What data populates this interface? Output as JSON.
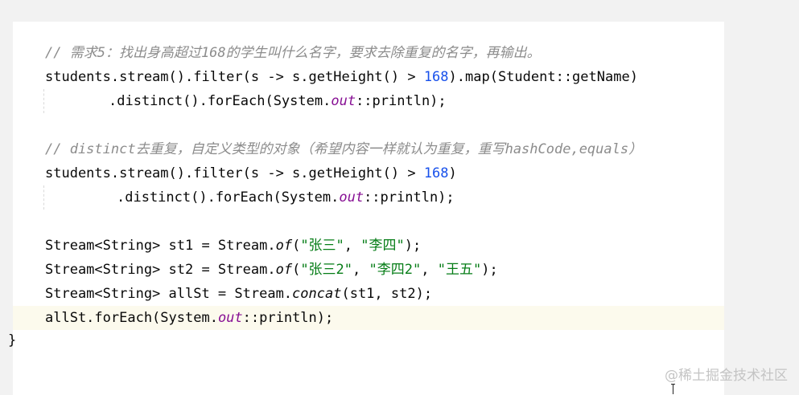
{
  "code": {
    "l1": "// 需求5：找出身高超过168的学生叫什么名字，要求去除重复的名字，再输出。",
    "l2": {
      "a": "students.stream().filter(s -> s.getHeight() > ",
      "num": "168",
      "b": ").map(Student::getName)"
    },
    "l3": {
      "a": ".distinct().forEach(System.",
      "fld": "out",
      "b": "::println);"
    },
    "l5": "// distinct去重复，自定义类型的对象（希望内容一样就认为重复，重写hashCode,equals）",
    "l6": {
      "a": "students.stream().filter(s -> s.getHeight() > ",
      "num": "168",
      "b": ")"
    },
    "l7": {
      "a": ".distinct().forEach(System.",
      "fld": "out",
      "b": "::println);"
    },
    "l9": {
      "a": "Stream<String> st1 = Stream.",
      "fn": "of",
      "b": "(",
      "s1": "\"张三\"",
      "c": ", ",
      "s2": "\"李四\"",
      "d": ");"
    },
    "l10": {
      "a": "Stream<String> st2 = Stream.",
      "fn": "of",
      "b": "(",
      "s1": "\"张三2\"",
      "c": ", ",
      "s2": "\"李四2\"",
      "d": ", ",
      "s3": "\"王五\"",
      "e": ");"
    },
    "l11": {
      "a": "Stream<String> allSt = Stream.",
      "fn": "concat",
      "b": "(st1, st2);"
    },
    "l12": {
      "a": "allSt.forEach(System.",
      "fld": "out",
      "b": "::println);"
    },
    "brace": "}"
  },
  "watermark": "@稀土掘金技术社区"
}
